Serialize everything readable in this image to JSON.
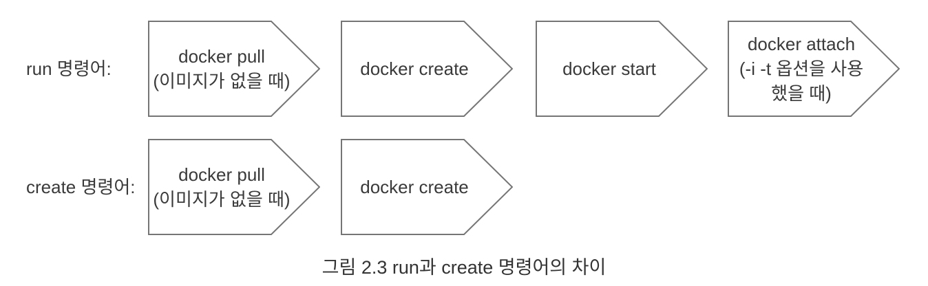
{
  "figure": {
    "caption": "그림 2.3 run과 create 명령어의 차이",
    "colors": {
      "border": "#757575",
      "text": "#3a3a3a",
      "background": "#ffffff"
    },
    "rows": [
      {
        "label": "run 명령어:",
        "shapes": [
          {
            "name": "docker-pull",
            "lines": [
              "docker pull",
              "(이미지가 없을 때)"
            ]
          },
          {
            "name": "docker-create",
            "lines": [
              "docker create"
            ]
          },
          {
            "name": "docker-start",
            "lines": [
              "docker start"
            ]
          },
          {
            "name": "docker-attach",
            "lines": [
              "docker attach",
              "(-i -t 옵션을 사용",
              "했을 때)"
            ]
          }
        ]
      },
      {
        "label": "create 명령어:",
        "shapes": [
          {
            "name": "docker-pull",
            "lines": [
              "docker pull",
              "(이미지가 없을 때)"
            ]
          },
          {
            "name": "docker-create",
            "lines": [
              "docker create"
            ]
          }
        ]
      }
    ]
  }
}
